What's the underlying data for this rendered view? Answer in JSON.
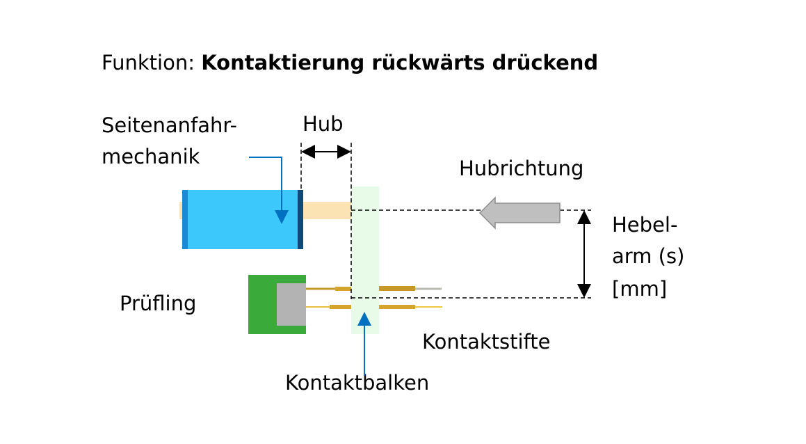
{
  "title": {
    "prefix": "Funktion: ",
    "main": "Kontaktierung rückwärts drückend"
  },
  "labels": {
    "mechanism_line1": "Seitenanfahr-",
    "mechanism_line2": "mechanik",
    "stroke": "Hub",
    "stroke_direction": "Hubrichtung",
    "lever_line1": "Hebel-",
    "lever_line2": "arm (s)",
    "lever_line3": "[mm]",
    "dut": "Prüfling",
    "contact_pins": "Kontaktstifte",
    "contact_bar": "Kontaktbalken"
  },
  "colors": {
    "mechanism": "#3cc8fb",
    "mechanism_dark": "#0d4a78",
    "slide_bar": "#fbe3b4",
    "contact_bar": "#e8fbe8",
    "dut_board": "#3aaa3a",
    "dut_chip": "#b3b3b3",
    "pins": "#d4a52a",
    "pointer": "#0070c0",
    "direction_arrow": "#bfbfbf"
  }
}
